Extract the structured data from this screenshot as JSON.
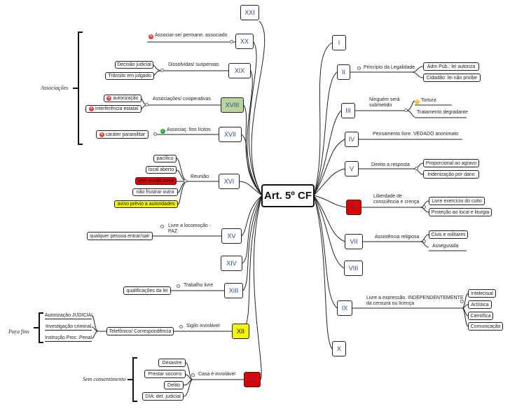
{
  "center": {
    "label": "Art. 5º CF"
  },
  "side_labels": {
    "associacoes": "Associações",
    "para_fins": "Para fins",
    "sem_consentimento": "Sem consentimento"
  },
  "nodes": {
    "XXI": "XXI",
    "XX": "XX",
    "XIX": "XIX",
    "XVIII": "XVIII",
    "XVII": "XVII",
    "XVI": "XVI",
    "XV": "XV",
    "XIV": "XIV",
    "XIII": "XIII",
    "XII": "XII",
    "XI": "XI",
    "I": "I",
    "II": "II",
    "III": "III",
    "IV": "IV",
    "V": "V",
    "VI": "VI",
    "VII": "VII",
    "VIII": "VIII",
    "IX": "IX",
    "X": "X"
  },
  "labels": {
    "xx": "Associar-se/ permane. associado",
    "xix": "Dissolvidas/ suspensas",
    "xviii": "Associações/ cooperativas",
    "xvii": "Associaç. fins lícitos",
    "xvi": "Reunião",
    "xv": "Livre a locomoção - PAZ",
    "xiii": "Trabalho livre",
    "xii": "Sigilo inviolável",
    "xi": "Casa é inviolável",
    "ii": "Princípio da Legalidade",
    "iii": "Ninguém será submetido",
    "iv": "Pensamento livre. VEDADO anonimato",
    "v": "Direito a resposta",
    "vi": "Liberdade de consciência e crença",
    "vii": "Assistência religiosa",
    "ix": "Livre a expressão. INDEPENDENTEMENTE da censura ou licença"
  },
  "leaves": {
    "xix": [
      "Decisão judicial",
      "Trânsito em julgado"
    ],
    "xviii": [
      "autorização",
      "interferência estatal"
    ],
    "xvii": [
      "caráter paramilitar"
    ],
    "xvi": [
      "pacífico",
      "local aberto",
      "sem pusão arma",
      "não frustrar outra",
      "aviso prévio a autoridades"
    ],
    "xv": [
      "qualquer pessoa entrar/sair"
    ],
    "xiii": [
      "qualificações da lei"
    ],
    "xii": [
      "Telefônico/ Correspondência"
    ],
    "xii_sub": [
      "Autorização JUDICIAL",
      "Investigação criminal",
      "Instrução Proc. Penal"
    ],
    "xi": [
      "Desastre",
      "Prestar socorro",
      "Delito",
      "DIA: det. judicial"
    ],
    "ii": [
      "Adm Púb.: lei autoriza",
      "Cidadão: lei não proíbe"
    ],
    "iii": [
      "Tortura",
      "Tratamento degradante"
    ],
    "v": [
      "Proporcional ao agravo",
      "Indenização por dano"
    ],
    "vi": [
      "Livre exercício do culto",
      "Proteção ao local e liturgia"
    ],
    "vii": [
      "Civis e militares",
      "Assegurada"
    ],
    "ix": [
      "Intelectual",
      "Artística",
      "Científica",
      "Comunicação"
    ]
  },
  "colors": {
    "red": "#e00000",
    "yellow": "#f5f500",
    "green": "#b8d49c"
  },
  "icons": {
    "prohibited": "x-circle-icon",
    "allowed": "check-circle-icon",
    "face": "smiley-icon"
  }
}
